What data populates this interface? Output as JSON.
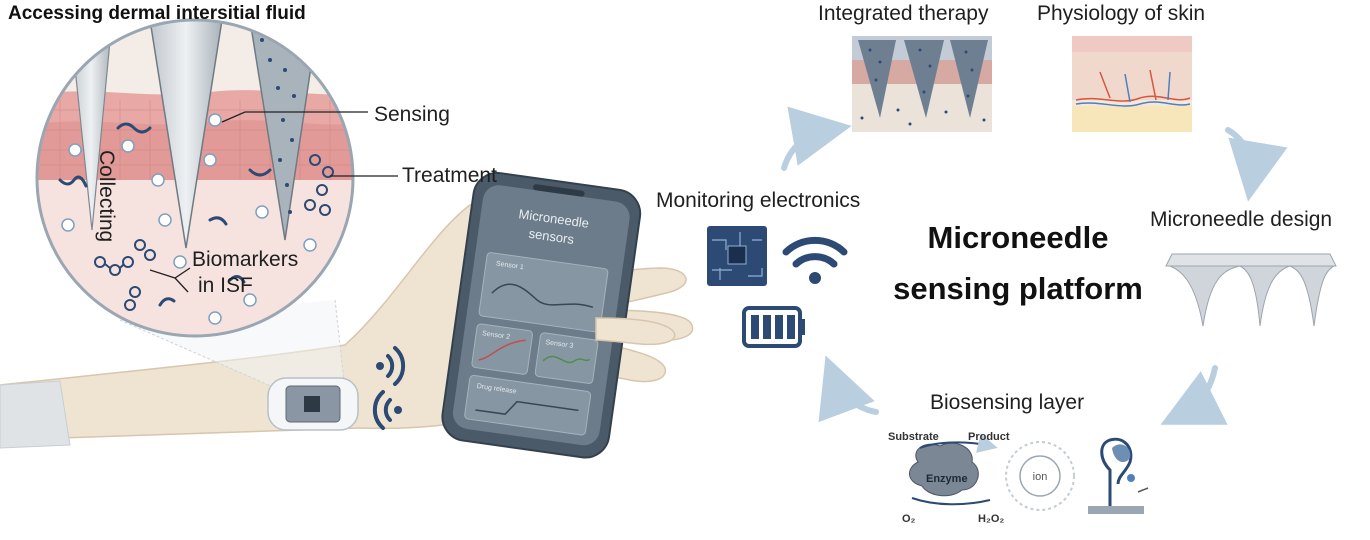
{
  "left": {
    "title": "Accessing dermal intersitial fluid",
    "labels": {
      "sensing": "Sensing",
      "treatment": "Treatment",
      "collecting": "Collecting",
      "biomarkers_line1": "Biomarkers",
      "biomarkers_line2": "in ISF"
    }
  },
  "phone": {
    "title_line1": "Microneedle",
    "title_line2": "sensors",
    "sensor1": "Sensor 1",
    "sensor2": "Sensor 2",
    "sensor3": "Sensor 3",
    "drug_release": "Drug release"
  },
  "cycle": {
    "center_line1": "Microneedle",
    "center_line2": "sensing platform",
    "monitoring": "Monitoring electronics",
    "integrated_therapy": "Integrated therapy",
    "physiology": "Physiology of skin",
    "design": "Microneedle design",
    "biosensing": "Biosensing layer",
    "substrate": "Substrate",
    "product": "Product",
    "enzyme": "Enzyme",
    "o2": "O₂",
    "h2o2": "H₂O₂",
    "ion": "ion"
  },
  "colors": {
    "skin_pink": "#e8a9a6",
    "needle_grey": "#9ea7ae",
    "dark_blue": "#2c4a74",
    "phone_dark": "#4b5a69",
    "arrow_blue": "#b9cfe0"
  }
}
